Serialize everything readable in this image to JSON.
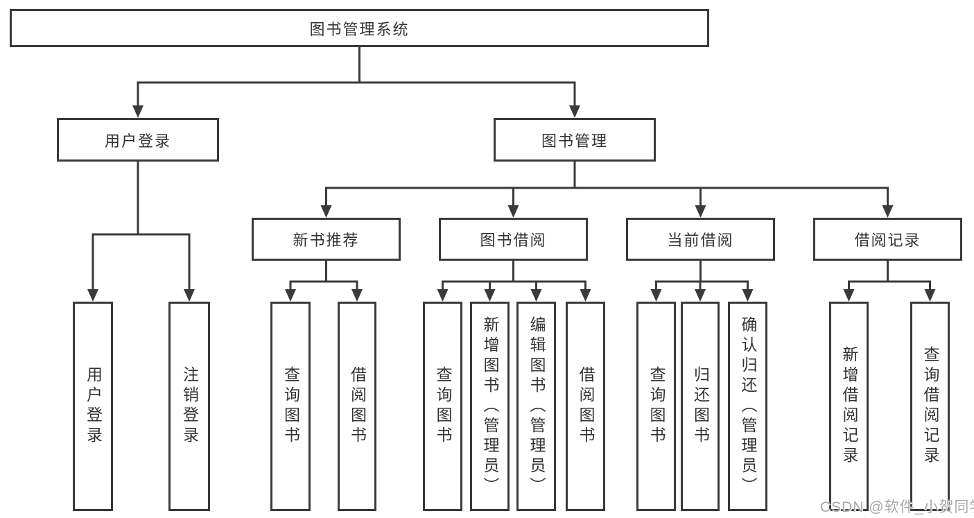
{
  "colors": {
    "line": "#3a3a3a",
    "text": "#333333",
    "background": "#ffffff",
    "box_bg": "#ffffff",
    "watermark": "#a9a9a9"
  },
  "diagram": {
    "root": {
      "label": "图书管理系统"
    },
    "user_login": {
      "label": "用户登录",
      "children": [
        {
          "label": "用户登录"
        },
        {
          "label": "注销登录"
        }
      ]
    },
    "book_mgmt": {
      "label": "图书管理",
      "sections": [
        {
          "label": "新书推荐",
          "children": [
            {
              "label": "查询图书"
            },
            {
              "label": "借阅图书"
            }
          ]
        },
        {
          "label": "图书借阅",
          "children": [
            {
              "label": "查询图书"
            },
            {
              "label": "新增图书（管理员）"
            },
            {
              "label": "编辑图书（管理员）"
            },
            {
              "label": "借阅图书"
            }
          ]
        },
        {
          "label": "当前借阅",
          "children": [
            {
              "label": "查询图书"
            },
            {
              "label": "归还图书"
            },
            {
              "label": "确认归还（管理员）"
            }
          ]
        },
        {
          "label": "借阅记录",
          "children": [
            {
              "label": "新增借阅记录"
            },
            {
              "label": "查询借阅记录"
            }
          ]
        }
      ]
    }
  },
  "watermark": {
    "text": "CSDN @软件_小贺同学"
  }
}
